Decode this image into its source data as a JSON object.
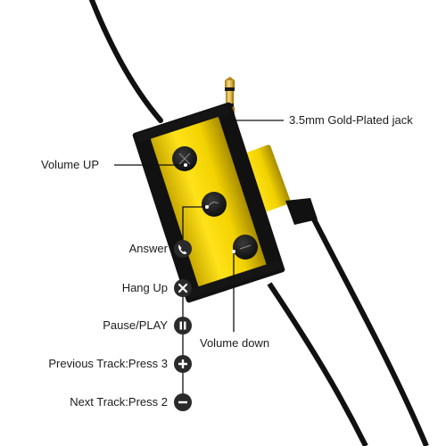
{
  "labels": {
    "jack": "3.5mm Gold-Plated jack",
    "volume_up": "Volume UP",
    "volume_down": "Volume down",
    "answer": "Answer",
    "hang_up": "Hang Up",
    "pause_play": "Pause/PLAY",
    "previous_track": "Previous Track:Press 3",
    "next_track": "Next Track:Press 2"
  },
  "icons": {
    "answer": "phone-icon",
    "hang_up": "hang-up-x-icon",
    "pause_play": "pause-icon",
    "previous_track": "plus-icon",
    "next_track": "minus-icon"
  },
  "colors": {
    "cable": "#111111",
    "remote": "#f2d200",
    "remote_shade": "#b89c00",
    "gold": "#d9ad2e",
    "button": "#161616",
    "icon_bg": "#2a2a2a"
  }
}
